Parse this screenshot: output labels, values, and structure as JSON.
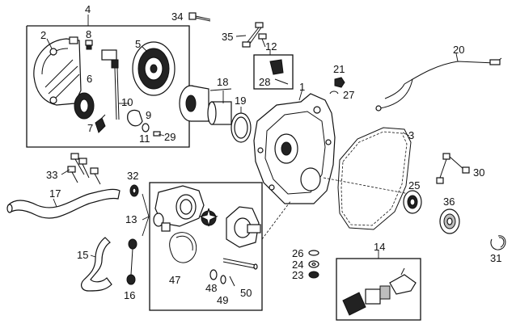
{
  "callouts": {
    "n1": "1",
    "n2": "2",
    "n3": "3",
    "n4": "4",
    "n5": "5",
    "n6": "6",
    "n7": "7",
    "n8": "8",
    "n9": "9",
    "n10": "10",
    "n11": "11",
    "n12": "12",
    "n13": "13",
    "n14": "14",
    "n15": "15",
    "n16": "16",
    "n17": "17",
    "n18": "18",
    "n19": "19",
    "n20": "20",
    "n21": "21",
    "n23": "23",
    "n24": "24",
    "n25": "25",
    "n26": "26",
    "n27": "27",
    "n28": "28",
    "n29": "29",
    "n30": "30",
    "n31": "31",
    "n32": "32",
    "n33": "33",
    "n34": "34",
    "n35": "35",
    "n36": "36",
    "n47": "47",
    "n48": "48",
    "n49": "49",
    "n50": "50"
  },
  "colors": {
    "line": "#111111",
    "background": "#ffffff",
    "shade": "#bdbdbd"
  }
}
